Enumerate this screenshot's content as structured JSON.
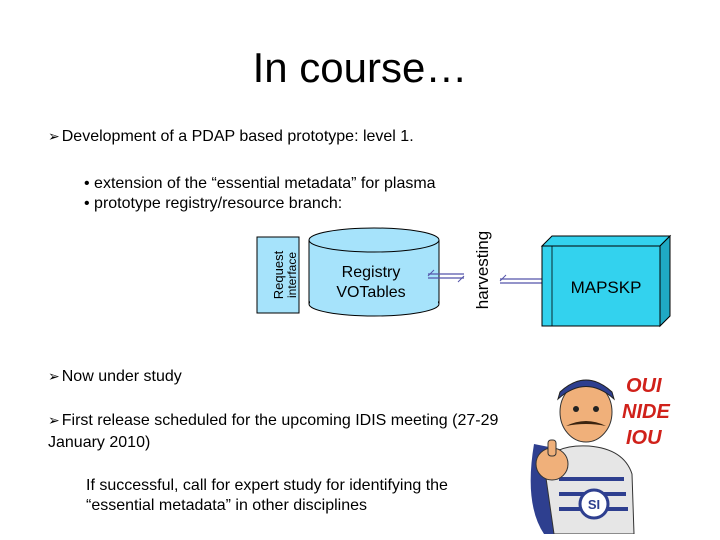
{
  "slide": {
    "title": "In course…",
    "bullets": [
      {
        "icon": "arrow-bullet-icon",
        "text": "Development of a PDAP based prototype: level 1."
      },
      {
        "icon": "arrow-bullet-icon",
        "text": "Now under study"
      },
      {
        "icon": "arrow-bullet-icon",
        "text": "First release scheduled for the upcoming IDIS meeting (27-29 January 2010)"
      }
    ],
    "sub_bullets": [
      "• extension of the “essential metadata” for plasma",
      "• prototype registry/resource branch:"
    ],
    "note": "If successful, call for expert study for identifying the “essential metadata” in other disciplines"
  },
  "diagram": {
    "request_interface_line1": "Request",
    "request_interface_line2": "interface",
    "registry_line1": "Registry",
    "registry_line2": "VOTables",
    "harvesting_label": "harvesting",
    "mapskp_label": "MAPSKP",
    "colors": {
      "cylinder": "#a6e3fb",
      "box": "#33d2ee",
      "arrow": "#5555aa"
    }
  },
  "poster": {
    "lettering": "OUI NIDE IOU",
    "badge": "SI",
    "colors": {
      "background": "#ffffff",
      "text": "#d0211a",
      "skin": "#f0b07a"
    }
  }
}
